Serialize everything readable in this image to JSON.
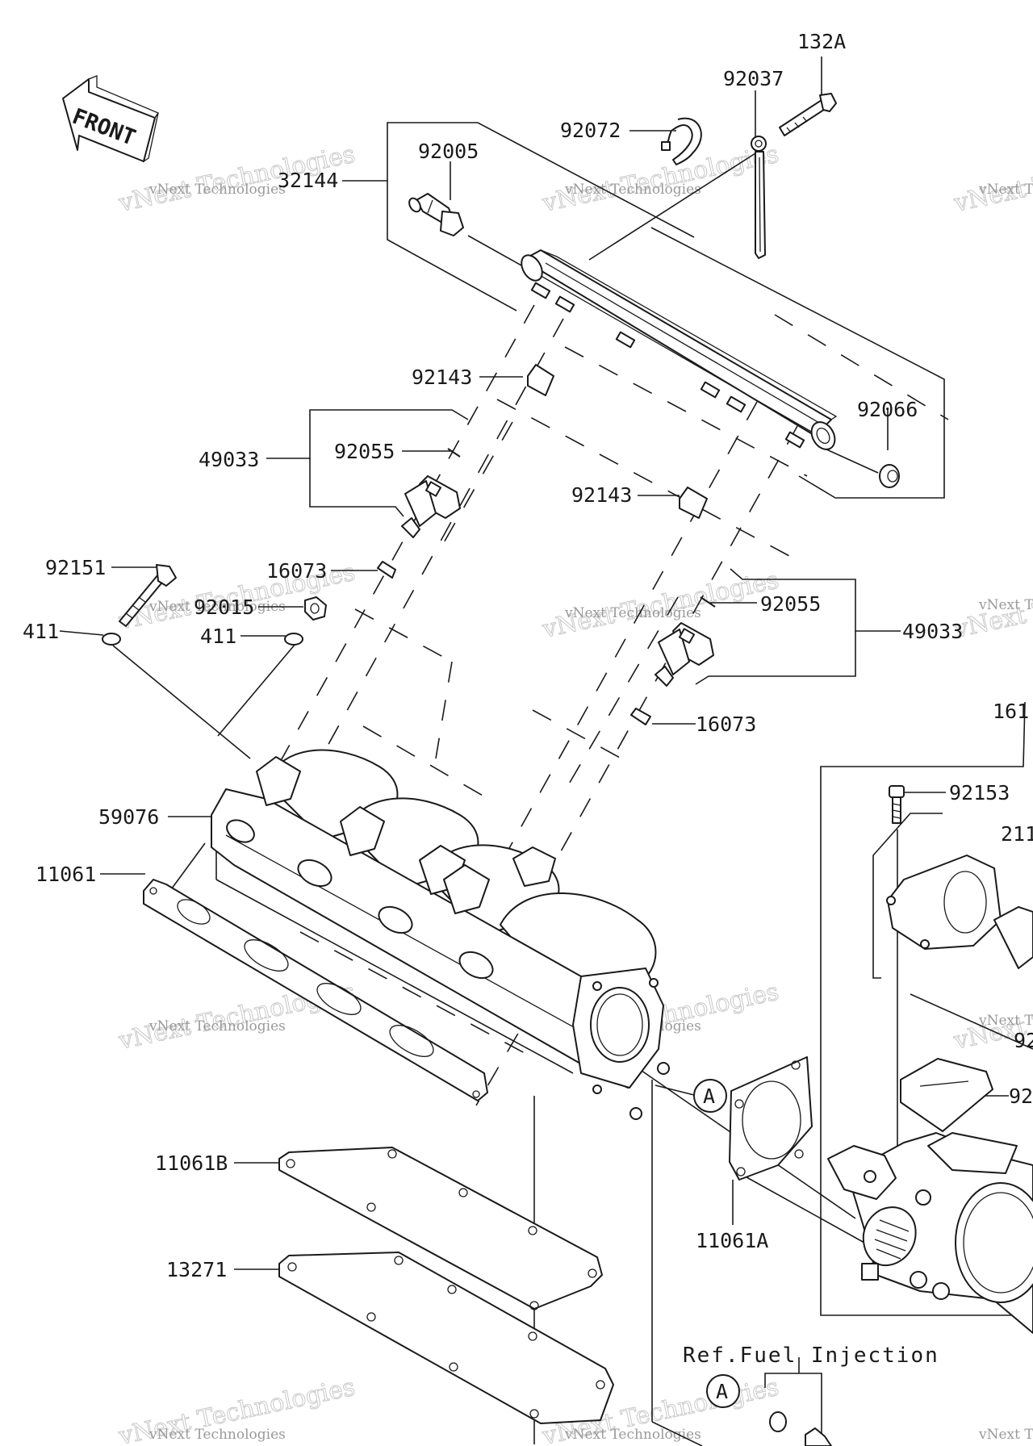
{
  "labels": {
    "l132a": "132A",
    "l92037": "92037",
    "l92072": "92072",
    "l92005": "92005",
    "l32144": "32144",
    "l92143a": "92143",
    "l92066": "92066",
    "l49033a": "49033",
    "l92055a": "92055",
    "l92143b": "92143",
    "l92151": "92151",
    "l16073a": "16073",
    "l92015": "92015",
    "l411a": "411",
    "l411b": "411",
    "l92055b": "92055",
    "l49033b": "49033",
    "l16073b": "16073",
    "l161": "161",
    "l92153": "92153",
    "l59076": "59076",
    "l211": "211",
    "l11061": "11061",
    "l92x": "92",
    "l92y": "92",
    "l11061b": "11061B",
    "l11061a": "11061A",
    "l13271": "13271",
    "ref_fuel": "Ref.Fuel Injection",
    "circle_a1": "A",
    "circle_a2": "A",
    "front": "FRONT"
  },
  "watermark": {
    "brand_small": "vNext Technologies",
    "brand_big": "vNext Technologies"
  }
}
